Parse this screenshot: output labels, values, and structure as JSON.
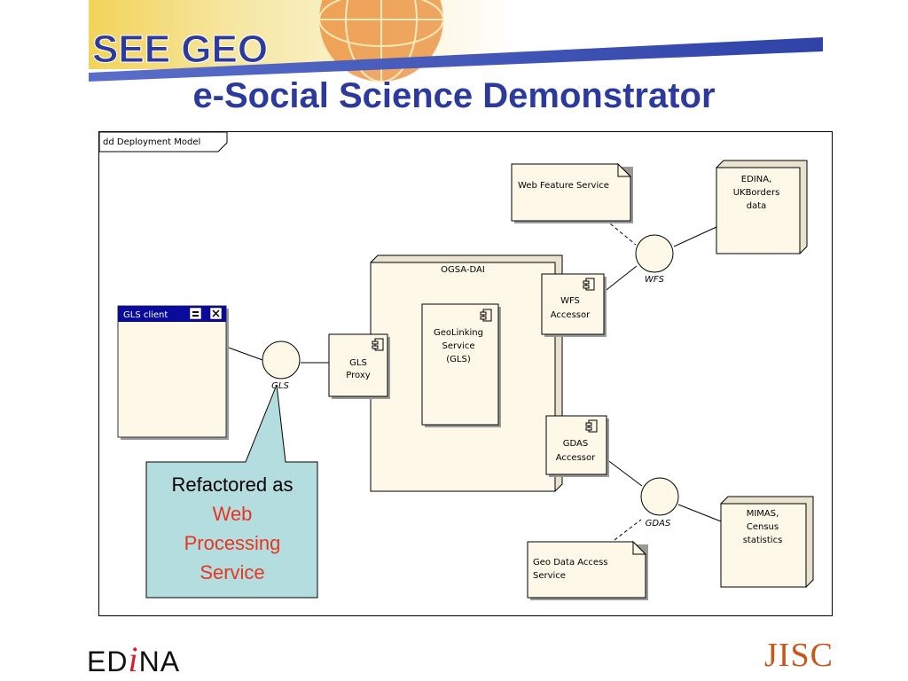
{
  "header": {
    "logo_text": "SEE GEO",
    "title": "e-Social Science Demonstrator"
  },
  "diagram": {
    "frame_label": "dd Deployment Model",
    "gls_client": {
      "title": "GLS client"
    },
    "gls_interface": "GLS",
    "gls_proxy": [
      "GLS",
      "Proxy"
    ],
    "ogsa_dai": "OGSA-DAI",
    "geolinking": [
      "GeoLinking",
      "Service",
      "(GLS)"
    ],
    "wfs_accessor": [
      "WFS",
      "Accessor"
    ],
    "gdas_accessor": [
      "GDAS",
      "Accessor"
    ],
    "wfs_interface": "WFS",
    "gdas_interface": "GDAS",
    "wfs_note": "Web Feature Service",
    "gdas_note": [
      "Geo Data Access",
      "Service"
    ],
    "edina_node": [
      "EDINA,",
      "UKBorders",
      "data"
    ],
    "mimas_node": [
      "MIMAS,",
      "Census",
      "statistics"
    ],
    "callout": {
      "line1": "Refactored as",
      "highlight": [
        "Web",
        "Processing",
        "Service"
      ]
    }
  },
  "footer": {
    "edina_logo": {
      "part1": "ED",
      "part2": "i",
      "part3": "NA"
    },
    "jisc_logo": "JISC"
  },
  "colors": {
    "title": "#2b3a9b",
    "element_fill": "#fdf8e8",
    "callout_fill": "#b4dde0",
    "highlight": "#e8351f",
    "window_titlebar": "#0a0a9c"
  }
}
